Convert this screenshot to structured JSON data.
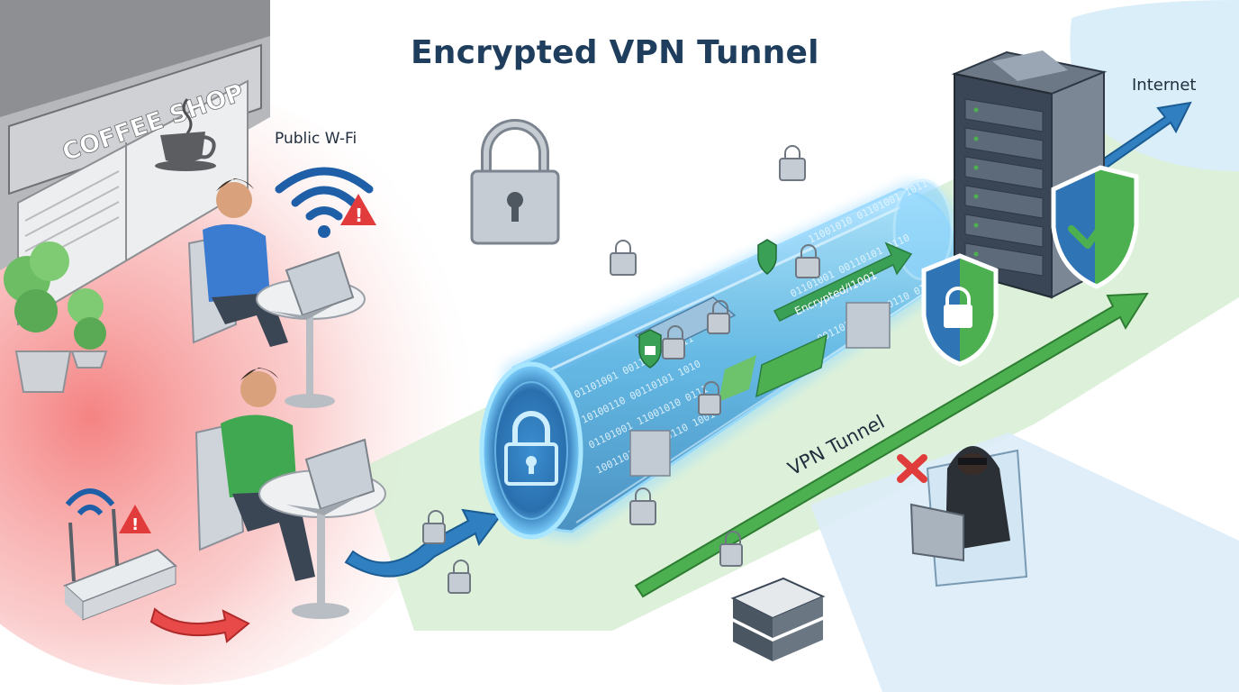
{
  "title": "Encrypted VPN Tunnel",
  "labels": {
    "coffee_shop": "COFFEE SHOP",
    "public_wifi": "Public W-Fi",
    "internet": "Internet",
    "vpn_tunnel": "VPN Tunnel",
    "encrypted_tag": "Encrypted/I1001"
  },
  "binary_text": [
    "01101001 00110101 0111",
    "10100110 00110101 1010",
    "01101001 11001010 0111",
    "10011010 01010110 1001",
    "01101001 00110101 0110",
    "11001010 01101001 1011",
    "00110101 10100110 0101"
  ],
  "colors": {
    "title": "#1f3d5c",
    "danger_zone": "#f08080",
    "safe_zone": "#cfeacb",
    "tunnel": "#3fa9e6",
    "tunnel_glow": "#8fd6ff",
    "arrow_blue": "#2f7fc1",
    "arrow_green": "#4caf50",
    "arrow_red": "#e84a4a",
    "shield_blue": "#2f74b5",
    "shield_green": "#4caf50",
    "lock_gray": "#b4bcc6",
    "server_dark": "#3a4656",
    "hacker": "#2b2f36"
  },
  "icons": [
    "coffee-cup-icon",
    "wifi-icon",
    "warning-icon",
    "lock-icon",
    "shield-check-icon",
    "shield-lock-icon",
    "server-icon",
    "router-icon",
    "laptop-icon",
    "hacker-icon",
    "blocked-x-icon"
  ]
}
